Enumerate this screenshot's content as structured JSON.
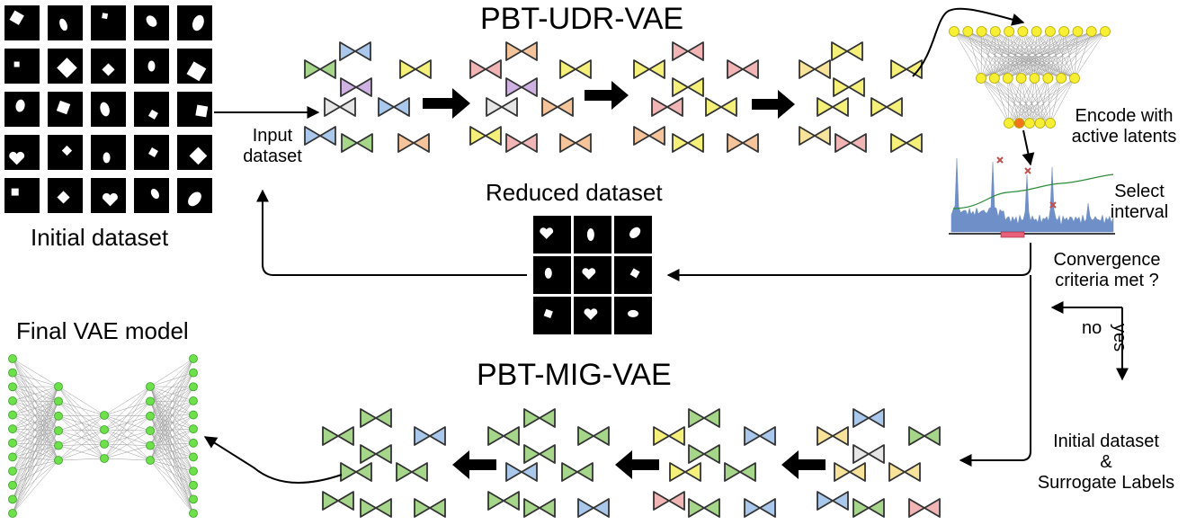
{
  "titles": {
    "top": "PBT-UDR-VAE",
    "bottom": "PBT-MIG-VAE"
  },
  "labels": {
    "initial_dataset": "Initial dataset",
    "input_dataset_line1": "Input",
    "input_dataset_line2": "dataset",
    "reduced_dataset": "Reduced dataset",
    "encode_line1": "Encode with",
    "encode_line2": "active latents",
    "select_line1": "Select",
    "select_line2": "interval",
    "convergence_line1": "Convergence",
    "convergence_line2": "criteria met ?",
    "no": "no",
    "yes": "yes",
    "initial_surrogate_line1": "Initial dataset",
    "initial_surrogate_line2": "&",
    "initial_surrogate_line3": "Surrogate Labels",
    "final_model": "Final VAE model"
  },
  "colors": {
    "green": "#a6d68a",
    "blue": "#a9c8ec",
    "yellow": "#f5f07a",
    "pink": "#f2b5b5",
    "orange": "#f5c49a",
    "purple": "#cfb2e3",
    "gray": "#e6e6e6",
    "lightyellow": "#f7e49a",
    "node_yellow": "#f7ef33",
    "node_orange": "#f2741b",
    "node_green": "#6ee04a",
    "histogram": "#6f8fc8",
    "histogram_line": "#2d8c3a",
    "marker": "#c0504d",
    "interval": "#e8607a"
  }
}
